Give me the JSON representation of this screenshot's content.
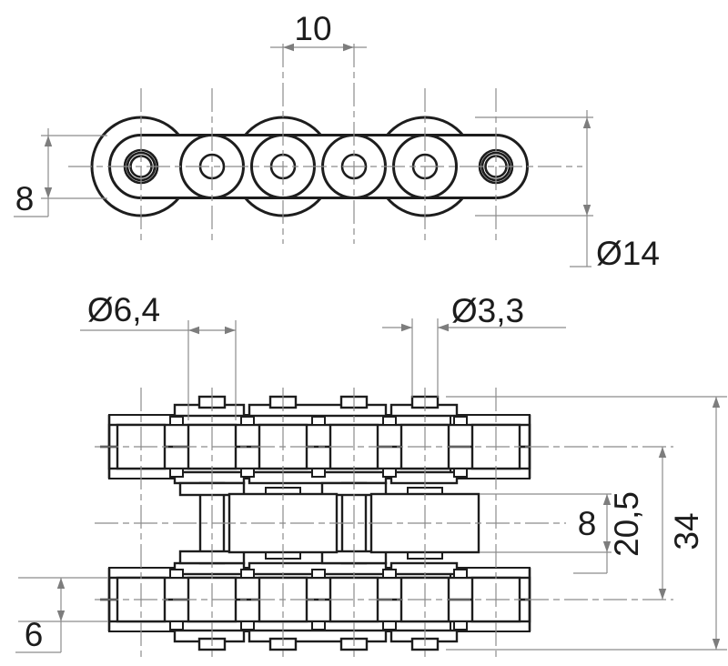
{
  "page": {
    "background": "#ffffff"
  },
  "drawing": {
    "type": "technical-drawing",
    "line_color": "#1d1d1d",
    "centerline_color": "#8c8c8c",
    "dimensions": {
      "pitch": "10",
      "plate_height": "8",
      "outer_roller_diameter": "Ø14",
      "roller_diameter": "Ø6,4",
      "pin_diameter": "Ø3,3",
      "inner_width": "8",
      "strand_spacing": "20,5",
      "overall_width": "34",
      "roller_length": "6"
    }
  }
}
